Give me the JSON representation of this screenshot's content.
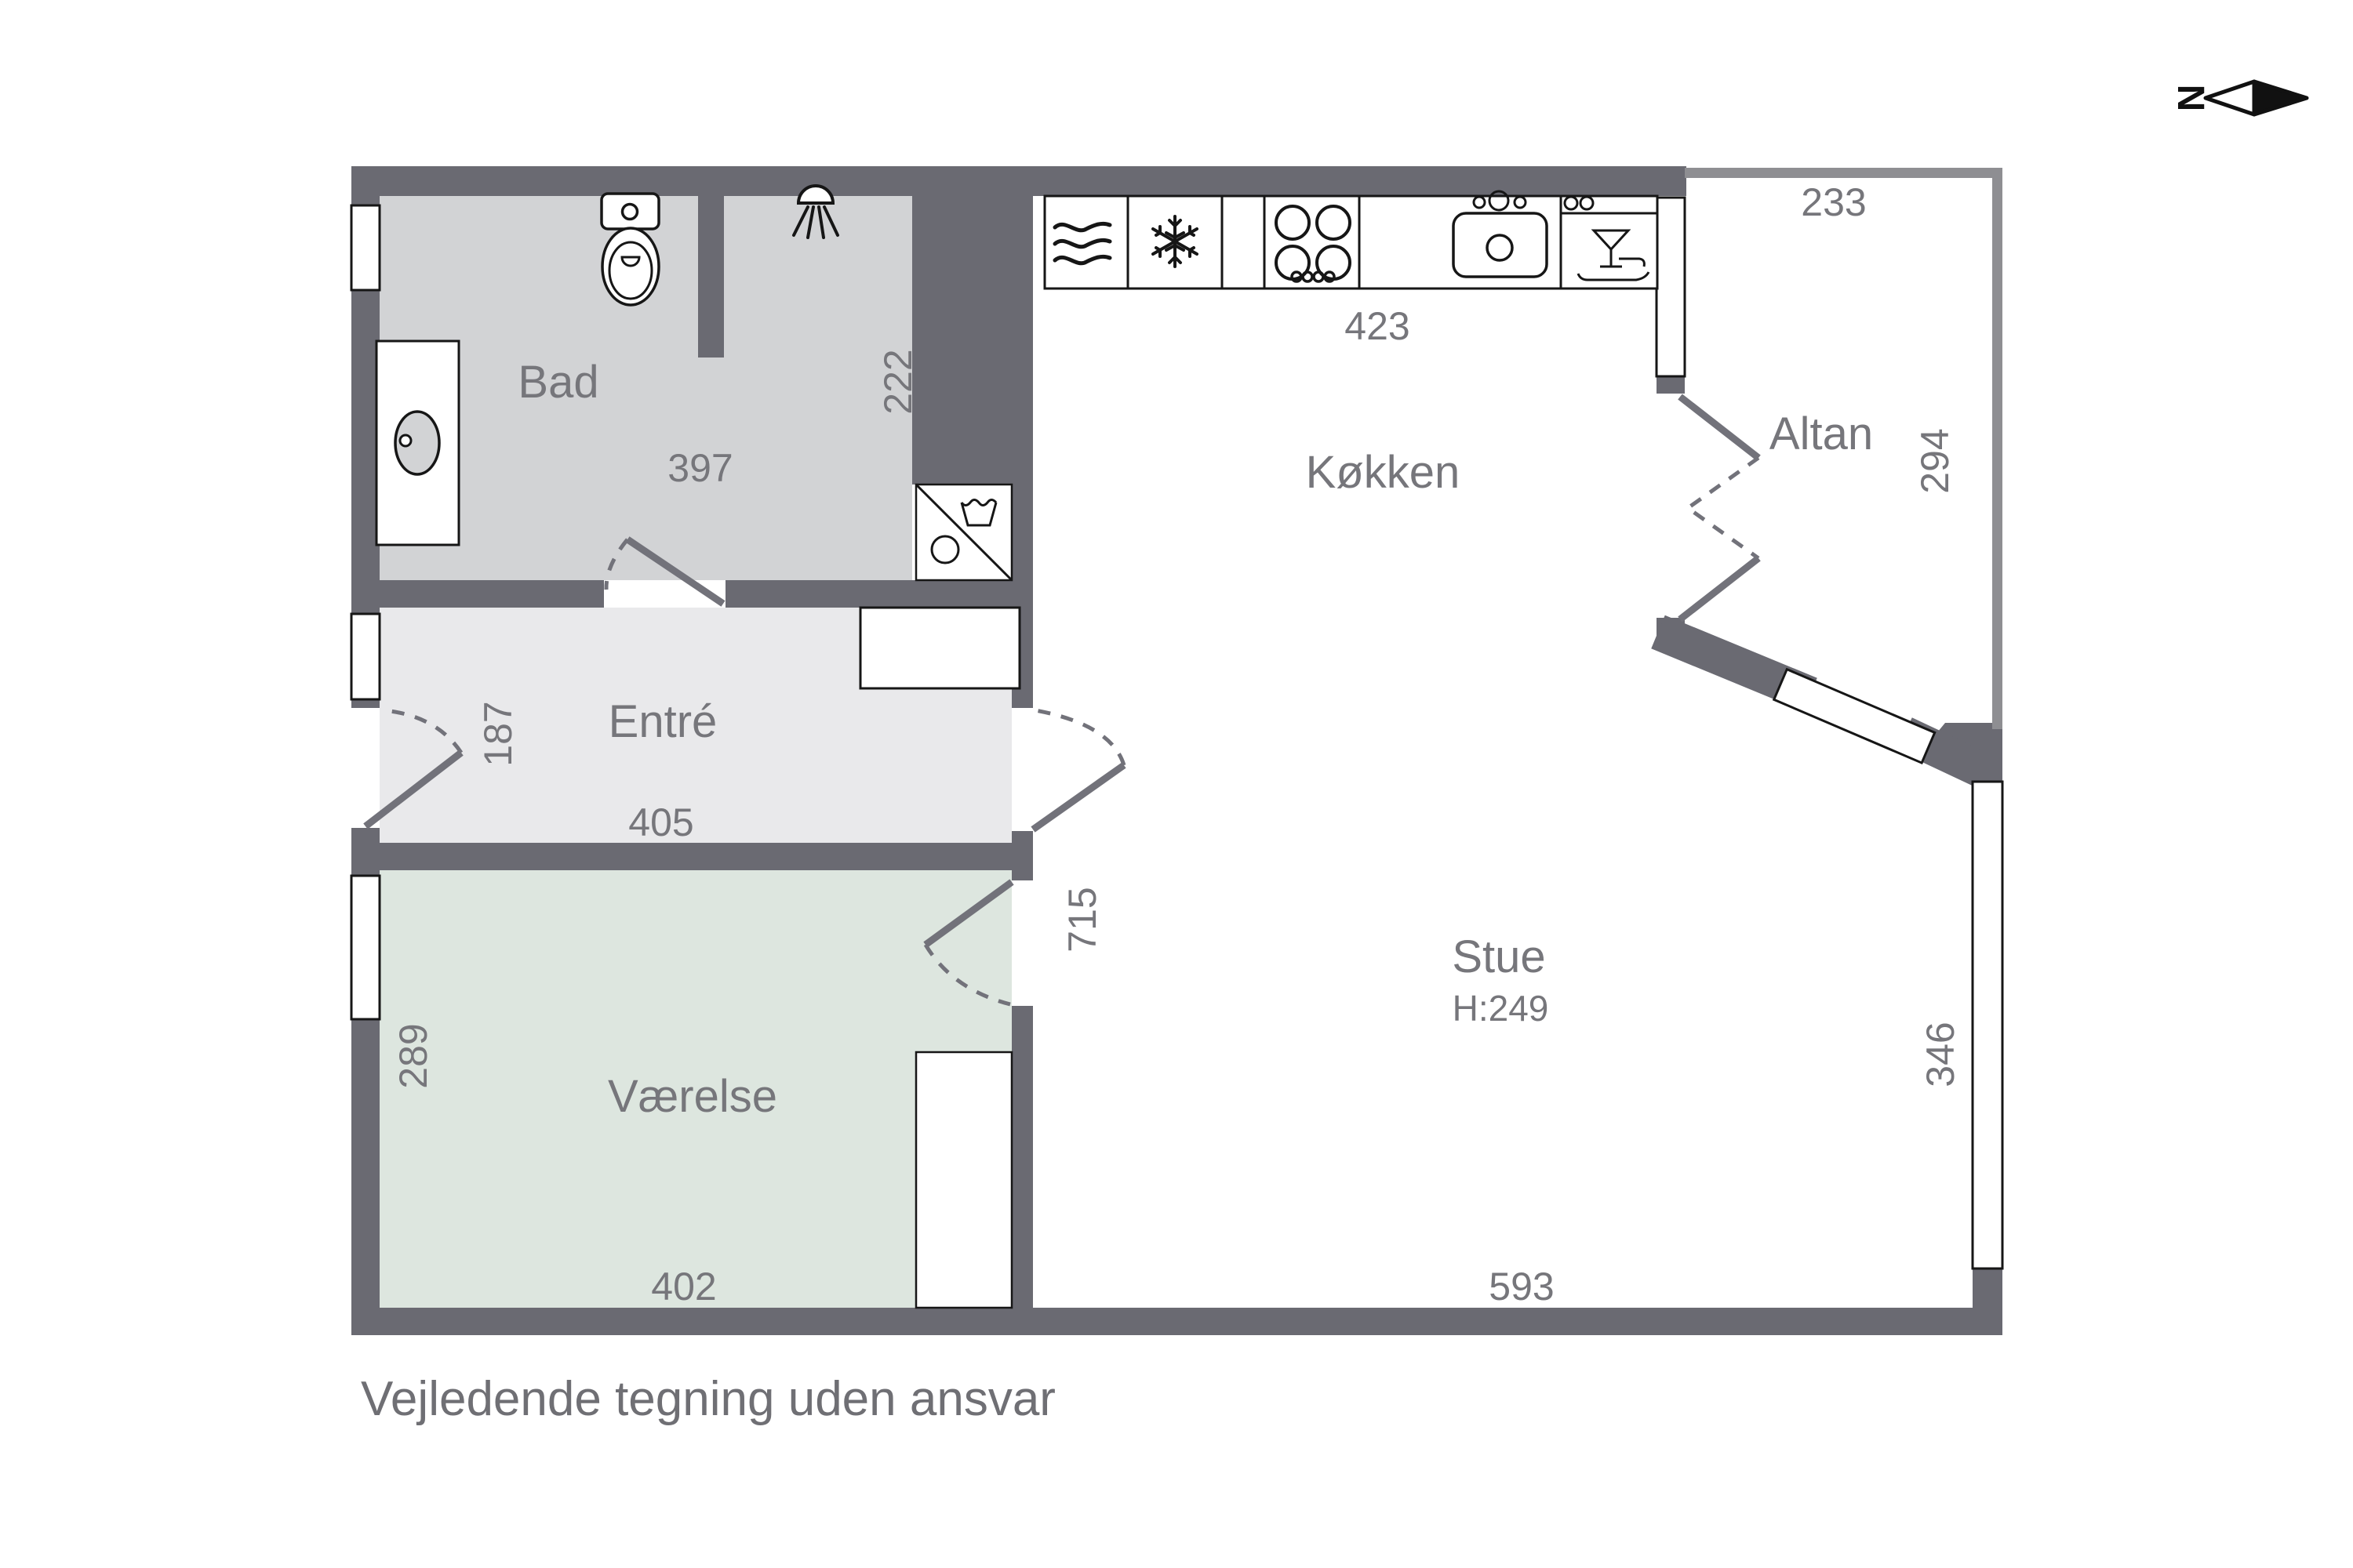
{
  "plan": {
    "disclaimer": "Vejledende tegning uden ansvar",
    "compass": {
      "north": "N"
    },
    "rooms": {
      "bad": {
        "label": "Bad",
        "width": "397",
        "depth": "222"
      },
      "entre": {
        "label": "Entré",
        "width": "405",
        "door": "187"
      },
      "vaerelse": {
        "label": "Værelse",
        "width": "402",
        "depth": "289"
      },
      "koekken": {
        "label": "Køkken",
        "counter": "423"
      },
      "stue": {
        "label": "Stue",
        "ceiling": "H:249",
        "width": "593",
        "window": "346",
        "door": "715"
      },
      "altan": {
        "label": "Altan",
        "width": "233",
        "depth": "294"
      }
    },
    "colors": {
      "wall": "#6a6a72",
      "balcony_wall": "#8e8e92",
      "door_leaf": "#72727a",
      "bad_fill": "#d2d3d5",
      "entre_fill": "#e9e9eb",
      "vaerelse_fill": "#dde6df",
      "label_text": "#76767b",
      "fixture_outline": "#161616"
    },
    "icons": [
      "north-arrow-icon",
      "toilet-icon",
      "shower-icon",
      "washbasin-icon",
      "washing-machine-icon",
      "extractor-icon",
      "freezer-icon",
      "hob-icon",
      "kitchen-sink-icon",
      "dishwasher-icon"
    ]
  }
}
